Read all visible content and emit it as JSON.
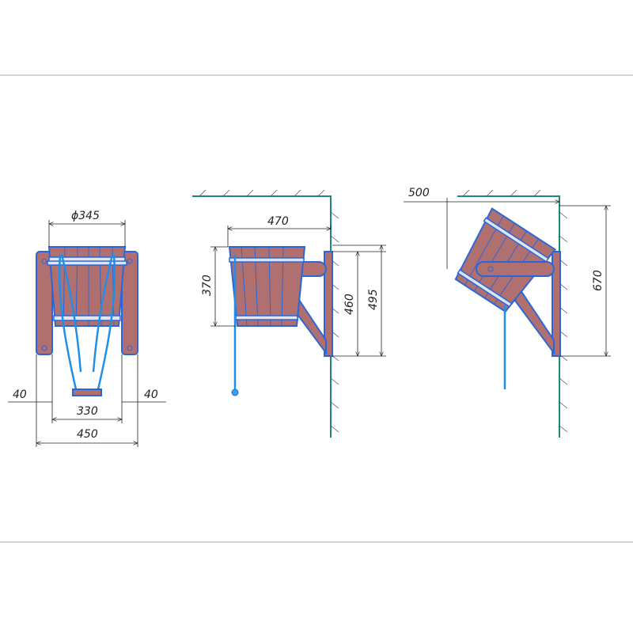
{
  "dimensions": {
    "front_diameter": "ϕ345",
    "front_left_margin": "40",
    "front_right_margin": "40",
    "front_inner_width": "330",
    "front_total_width": "450",
    "side_depth": "470",
    "side_height": "370",
    "side_bracket_height": "460",
    "side_total_height": "495",
    "tilted_depth": "500",
    "tilted_height": "670"
  },
  "colors": {
    "wood": "#b07070",
    "outline": "#2a66d8",
    "chain": "#1f8fe8",
    "wall": "#1a8a7a",
    "band": "#dfe6ef"
  }
}
